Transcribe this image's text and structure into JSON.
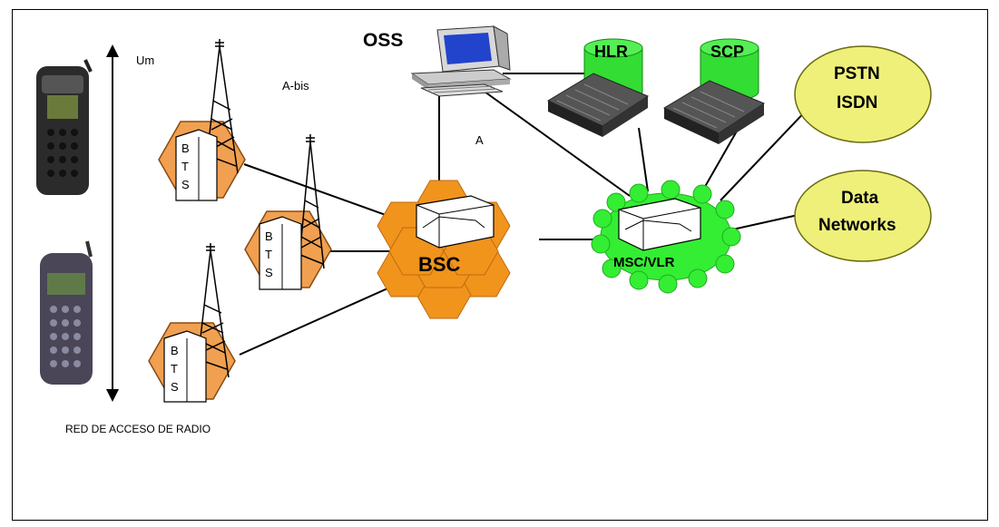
{
  "labels": {
    "um": "Um",
    "abis": "A-bis",
    "a": "A",
    "oss": "OSS",
    "hlr": "HLR",
    "scp": "SCP",
    "bsc": "BSC",
    "msc": "MSC/VLR",
    "pstn": "PSTN",
    "isdn": "ISDN",
    "data": "Data",
    "networks": "Networks",
    "bts_b": "B",
    "bts_t": "T",
    "bts_s": "S",
    "red": "RED DE ACCESO DE RADIO"
  },
  "colors": {
    "bts_orange": "#f0a050",
    "bsc_orange": "#f0941c",
    "msc_green": "#33ee33",
    "db_green": "#33dd33",
    "cloud_yellow": "#eef07a",
    "line": "#000000"
  }
}
